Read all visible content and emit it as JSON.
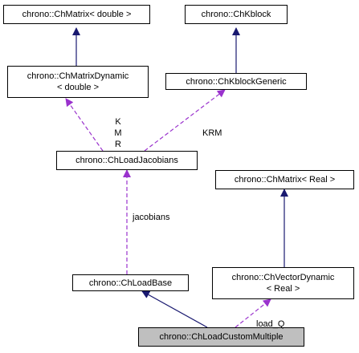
{
  "nodes": {
    "chmatrix_double": {
      "label": "chrono::ChMatrix< double >"
    },
    "chkblock": {
      "label": "chrono::ChKblock"
    },
    "chmatrixdynamic": {
      "line1": "chrono::ChMatrixDynamic",
      "line2": "< double >"
    },
    "chkblockgeneric": {
      "label": "chrono::ChKblockGeneric"
    },
    "chloadjacobians": {
      "label": "chrono::ChLoadJacobians"
    },
    "chmatrix_real": {
      "label": "chrono::ChMatrix< Real >"
    },
    "chloadbase": {
      "label": "chrono::ChLoadBase"
    },
    "chvectordynamic": {
      "line1": "chrono::ChVectorDynamic",
      "line2": "< Real >"
    },
    "chloadcustommultiple": {
      "label": "chrono::ChLoadCustomMultiple"
    }
  },
  "edge_labels": {
    "k": "K",
    "m": "M",
    "r": "R",
    "krm": "KRM",
    "jacobians": "jacobians",
    "load_q": "load_Q"
  },
  "colors": {
    "inheritance": "#191970",
    "usage": "#9a32cd",
    "focus_fill": "#bfbfbf"
  }
}
